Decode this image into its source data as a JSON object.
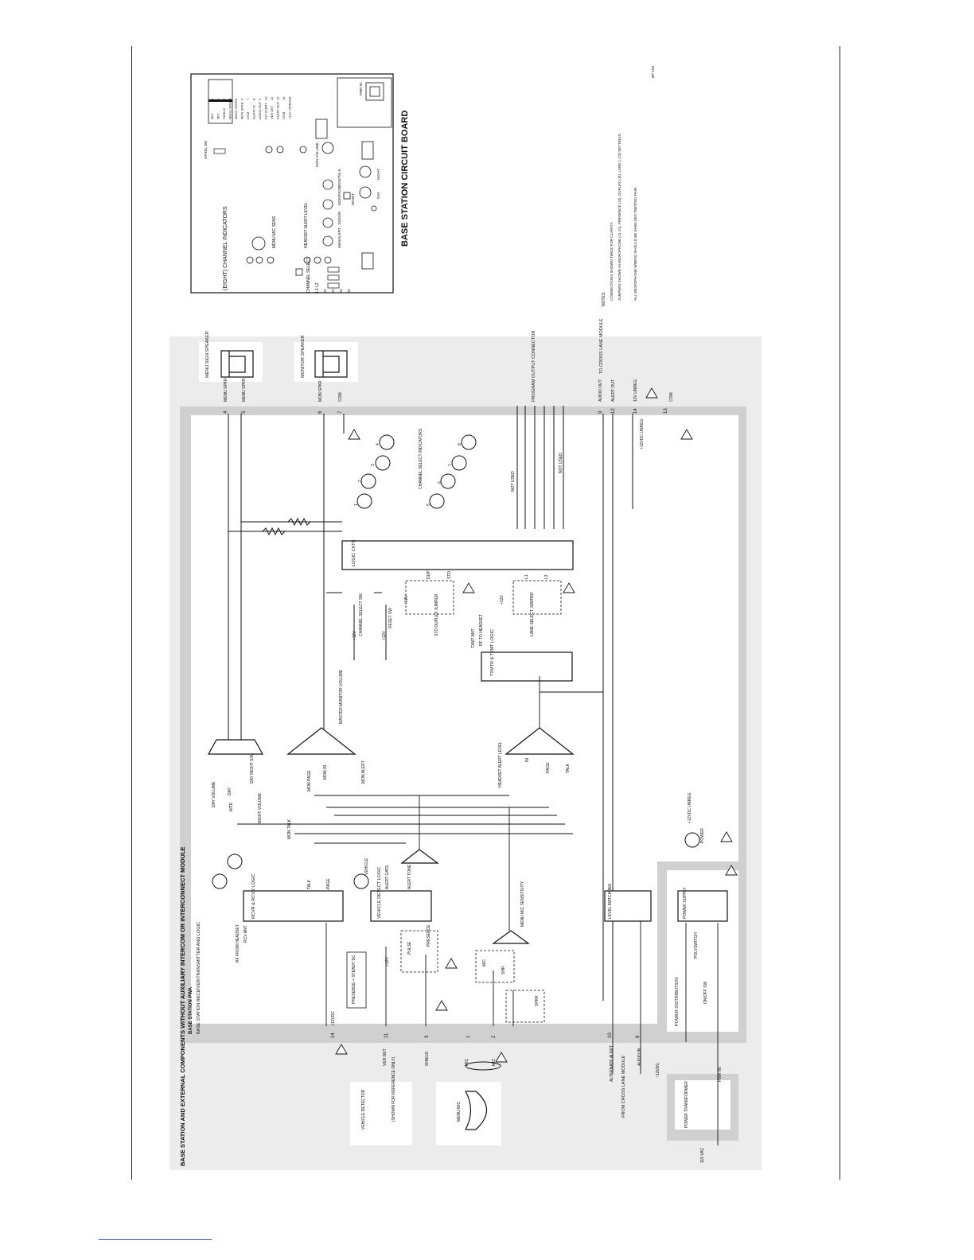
{
  "doc_id": "BP-103",
  "board": {
    "title": "BASE STATION CIRCUIT BOARD",
    "channel_indicators": "(EIGHT) CHANNEL INDICATORS",
    "channel_select": "CHANNEL SELECT",
    "l1_l2": "L1  L2",
    "jumper_labels": [
      "J2",
      "J3",
      "J4",
      "J5"
    ],
    "headset_alert_level": "HEADSET ALERT LEVEL",
    "menu_mic_sens": "MENU MIC SENS",
    "pots": [
      "MEN/ALERT",
      "MON/IN",
      "MON/PAGE",
      "MON/TALK"
    ],
    "mon_volume": "MON VOLUME",
    "reset": "RESET",
    "day": "DAY",
    "night": "NIGHT",
    "opseq": "OPSEL  SM",
    "pwr_in": "PWR IN",
    "pin_numbers": [
      "1",
      "2",
      "3",
      "4",
      "5",
      "6",
      "7",
      "8",
      "9",
      "10",
      "11",
      "12",
      "13",
      "14"
    ],
    "pin_names": [
      "MIC",
      "MIC",
      "SHIELD",
      "MENU SPKR",
      "MENU SPKR",
      "MON SPKR",
      "COM",
      "AUDIO IN",
      "AUDIO OUT",
      "ALT ALERT",
      "VEH DET",
      "ALERT OUT",
      "COM",
      "+12V UNREG"
    ]
  },
  "notes": {
    "heading": "NOTES:",
    "items": [
      "CONNECTIONS SHOWN TWICE FOR CLARITY.",
      "JUMPERS SHOWN IN MICROPHONE (J1-J2), PRESENCE (J4), DUPLEX (J5), LANE 1 (J3) SETTINGS.",
      "ALL MICROPHONE WIRING SHOULD BE SHIELDED TWISTED PAIR."
    ]
  },
  "schematic": {
    "title": "BASE STATION AND EXTERNAL COMPONENTS WITHOUT AUXILIARY INTERCOM OR INTERCONNECT MODULE",
    "pwa_title": "BASE STATION PWA",
    "pwa_subtitle": "BASE STATION RECEIVER/TRANSMITTER AND LOGIC",
    "power_distribution": "POWER DISTRIBUTION",
    "connector_pins": [
      {
        "num": "4",
        "label": "MENU SPKR"
      },
      {
        "num": "5",
        "label": "MENU SPKR"
      },
      {
        "num": "6",
        "label": "MON SPKR"
      },
      {
        "num": "7",
        "label": "COM"
      },
      {
        "num": "9",
        "label": "AUDIO OUT"
      },
      {
        "num": "12",
        "label": "ALERT OUT"
      },
      {
        "num": "14",
        "label": "12V UNREG"
      },
      {
        "num": "13",
        "label": "COM"
      },
      {
        "num": "14",
        "label": "+12VDC"
      },
      {
        "num": "11",
        "label": "VEH DET"
      },
      {
        "num": "3",
        "label": "SHIELD"
      },
      {
        "num": "1",
        "label": "MIC"
      },
      {
        "num": "2",
        "label": "MIC"
      },
      {
        "num": "10",
        "label": "ALTERNATE ALERT"
      },
      {
        "num": "8",
        "label": "AUDIO IN"
      }
    ],
    "menu_speaker": "MENU SIGN SPEAKER",
    "monitor_speaker": "MONITOR SPEAKER",
    "program_output": "PROGRAM OUTPUT CONNECTOR",
    "to_cross_lane": "TO CROSS LANE MODULE",
    "from_cross_lane": "FROM CROSS LANE MODULE",
    "channel_select_indicators": "CHANNEL SELECT INDICATORS",
    "not_used": "NOT USED",
    "led_numbers": [
      "1",
      "2",
      "3",
      "4",
      "5",
      "6",
      "7",
      "8"
    ],
    "logic": "LOGIC CKTS",
    "txmtr_logic": "TXMTR & TXMT LOGIC",
    "txmt_ant": "TXMT ANT",
    "rf_to_headset": "RF TO HEADSET",
    "rcvr_logic": "RCVR & RCVR LOGIC",
    "rcv_ant": "RCV ANT",
    "rf_from_headset": "RF FROM HEADSET",
    "vehicle_detect": "VEHICLE DETECT LOGIC",
    "alert_tone": "ALERT TONE",
    "alert_gate": "ALERT GATE",
    "talk": "TALK",
    "page": "PAGE",
    "vehicle": "VEHICLE",
    "presence": "PRESENCE",
    "pulse": "PULSE",
    "presence_note": "PRESENCE = STEADY DC",
    "menu_mic_sensitivity": "MENU MIC SENSITIVITY",
    "mic": "MIC",
    "spkr": "SPKR",
    "shr": "SHR",
    "day_volume": "DAY VOLUME",
    "night_volume": "NIGHT VOLUME",
    "day_night_sw": "DAY NIGHT S/W",
    "day": "DAY",
    "nite": "NITE",
    "mon_talk": "MON TALK",
    "mon_page": "MON PAGE",
    "mon_in": "MON IN",
    "mon_alert": "MON ALERT",
    "master_monitor_volume": "MASTER MONITOR VOLUME",
    "headset_alert_level": "HEADSET ALERT LEVEL",
    "in": "IN",
    "channel_select_sw": "CHANNEL SELECT SW",
    "reset_sw": "RESET SW",
    "std_duplex_jumper": "STD DUPLEX JUMPER",
    "lane_select_jumper": "LANE SELECT JUMPER",
    "dup": "DUP",
    "std": "STD",
    "l1": "L1",
    "l3": "L3",
    "plus12v": "+12V",
    "level_matching": "LEVEL MATCH ING",
    "power_supply": "POWER SUPPLY",
    "polyswitch": "POLYSWITCH",
    "on_off_sw": "ON/OFF SW",
    "power": "POWER",
    "plus12vdc_unreg": "+12VDC UNREG",
    "unreg_12vdc": "+12VDC UNREG",
    "minus12vdc": "~12VDC",
    "power_transformer": "POWER TRANSFORMER",
    "pwr_in": "PWR IN",
    "vac": "115 VAC",
    "vehicle_detector": "VEHICLE DETECTOR",
    "shown_for_reference": "(SHOWN FOR REFERENCE ONLY)",
    "menu_mic": "MENU MIC"
  }
}
